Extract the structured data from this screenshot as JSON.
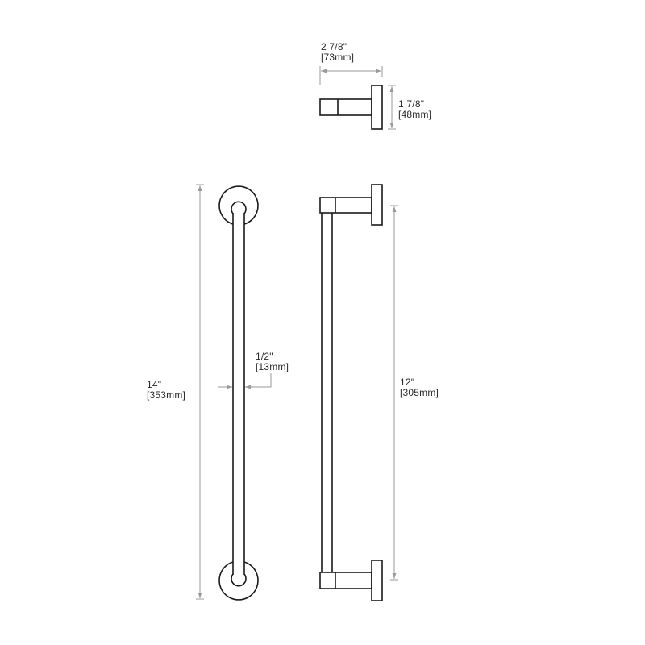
{
  "drawing": {
    "colors": {
      "outline": "#1a1a1a",
      "dimension_line": "#9a9a9a",
      "text": "#2a2a2a",
      "background": "#ffffff"
    },
    "views": [
      {
        "id": "hook-side-view",
        "description": "Small wall hook, side view"
      },
      {
        "id": "towel-bar-front-view",
        "description": "Towel bar front view with two round rosettes"
      },
      {
        "id": "towel-bar-side-view",
        "description": "Towel bar side view with two wall mounts"
      }
    ]
  },
  "dimensions": {
    "hook_projection": {
      "imperial": "2 7/8\"",
      "metric": "[73mm]"
    },
    "hook_height": {
      "imperial": "1 7/8\"",
      "metric": "[48mm]"
    },
    "overall_length": {
      "imperial": "14\"",
      "metric": "[353mm]"
    },
    "bar_diameter": {
      "imperial": "1/2\"",
      "metric": "[13mm]"
    },
    "bar_center_to_center": {
      "imperial": "12\"",
      "metric": "[305mm]"
    }
  }
}
